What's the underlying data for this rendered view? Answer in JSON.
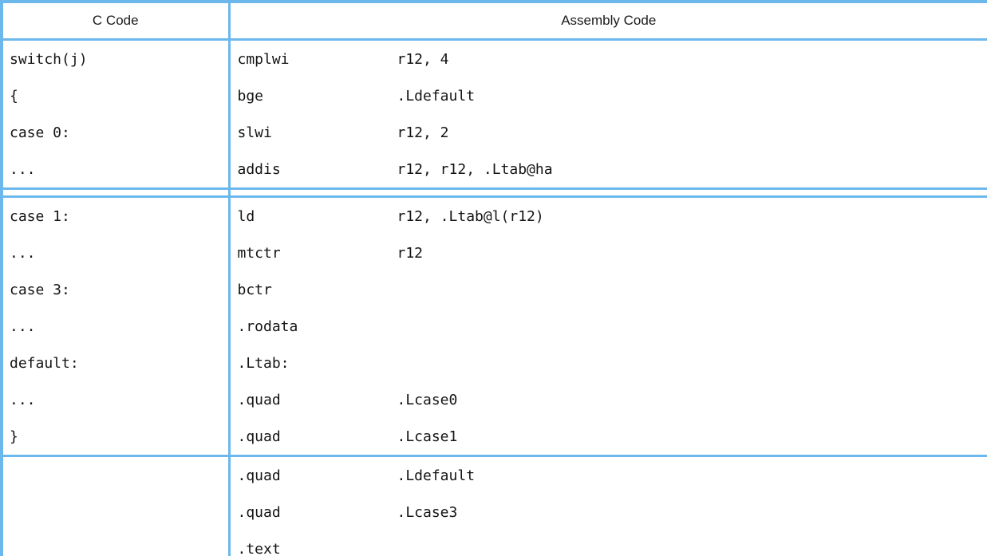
{
  "table": {
    "headers": {
      "c_code": "C Code",
      "assembly_code": "Assembly Code"
    },
    "border_color": "#6cb8ec",
    "groups": [
      {
        "rows": [
          {
            "c": "switch(j)",
            "mnemonic": "cmplwi",
            "operands": "r12, 4"
          },
          {
            "c": "{",
            "mnemonic": "bge",
            "operands": ".Ldefault"
          },
          {
            "c": "case 0:",
            "mnemonic": "slwi",
            "operands": "r12, 2"
          },
          {
            "c": "...",
            "mnemonic": "addis",
            "operands": "r12, r12, .Ltab@ha"
          }
        ]
      },
      {
        "rows": [
          {
            "c": "case 1:",
            "mnemonic": "ld",
            "operands": "r12, .Ltab@l(r12)"
          },
          {
            "c": "...",
            "mnemonic": "mtctr",
            "operands": "r12"
          },
          {
            "c": "case 3:",
            "mnemonic": "bctr",
            "operands": ""
          },
          {
            "c": "...",
            "mnemonic": ".rodata",
            "operands": ""
          },
          {
            "c": "default:",
            "mnemonic": ".Ltab:",
            "operands": ""
          },
          {
            "c": "...",
            "mnemonic": ".quad",
            "operands": ".Lcase0"
          },
          {
            "c": "}",
            "mnemonic": ".quad",
            "operands": ".Lcase1"
          }
        ]
      },
      {
        "rows": [
          {
            "c": "",
            "mnemonic": ".quad",
            "operands": ".Ldefault"
          },
          {
            "c": "",
            "mnemonic": ".quad",
            "operands": ".Lcase3"
          },
          {
            "c": "",
            "mnemonic": ".text",
            "operands": ""
          }
        ]
      }
    ]
  }
}
